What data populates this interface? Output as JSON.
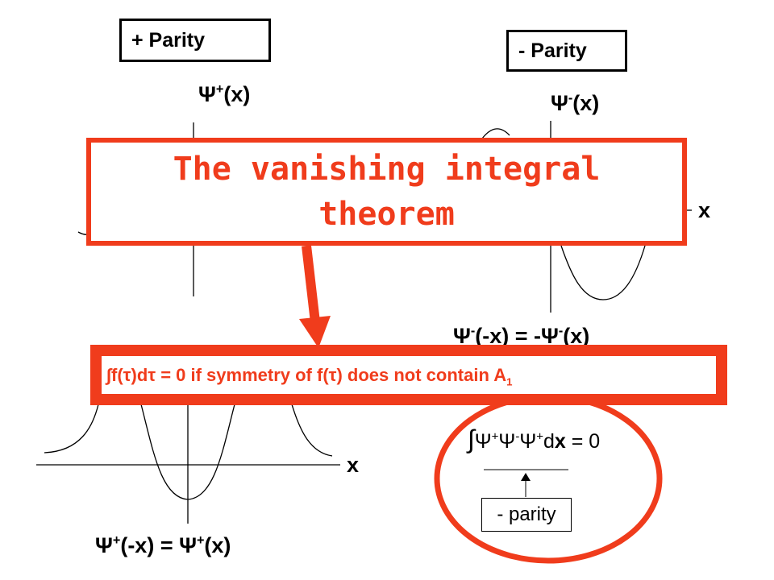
{
  "plus_parity": {
    "label": "+ Parity"
  },
  "minus_parity": {
    "label": "- Parity"
  },
  "labels": {
    "psi_plus_symbol": "Ψ",
    "psi_plus_sup": "+",
    "psi_plus_arg": "(x)",
    "psi_minus_symbol": "Ψ",
    "psi_minus_sup": "-",
    "psi_minus_arg": "(x)",
    "x_axis_right": "x",
    "x_axis_bottom": "x",
    "minus_relation": {
      "a": "Ψ",
      "a_sup": "-",
      "b": "(-x) = -Ψ",
      "b_sup": "-",
      "c": "(x)"
    },
    "plus_relation": {
      "a": "Ψ",
      "a_sup": "+",
      "b": "(-x) = Ψ",
      "b_sup": "+",
      "c": "(x)"
    }
  },
  "title": {
    "text": "The vanishing integral theorem"
  },
  "theorem": {
    "integral": "∫",
    "part1": "f(τ)dτ = 0 if symmetry of f(τ) does not contain A",
    "sub": "1"
  },
  "integral_expr": {
    "sign": "∫",
    "psi1": "Ψ",
    "sup1": "+",
    "psi2": "Ψ",
    "sup2": "-",
    "psi3": "Ψ",
    "sup3": "+",
    "d": "d",
    "x": "x",
    "rest": " = 0"
  },
  "parity_note": {
    "label": "- parity"
  },
  "colors": {
    "accent": "#f03c1c",
    "ink": "#000000"
  }
}
